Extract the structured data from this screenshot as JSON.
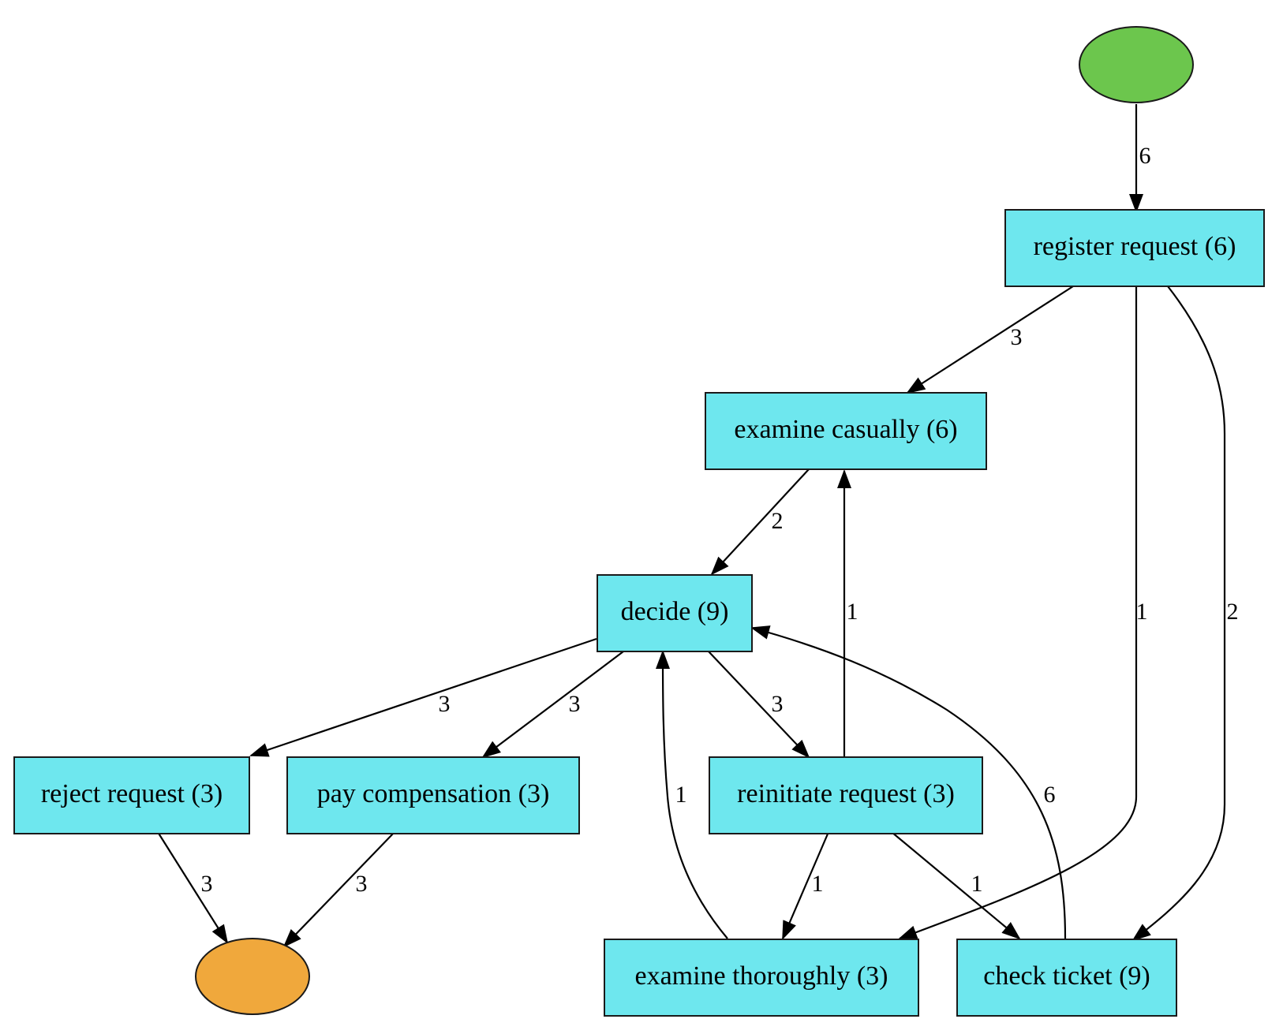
{
  "colors": {
    "activity_fill": "#6ee7ee",
    "start_fill": "#6cc64d",
    "end_fill": "#f0a83c",
    "stroke": "#1a1a1a"
  },
  "nodes": {
    "start": {
      "label": ""
    },
    "end": {
      "label": ""
    },
    "register_request": {
      "label": "register request (6)"
    },
    "examine_casually": {
      "label": "examine casually (6)"
    },
    "decide": {
      "label": "decide (9)"
    },
    "reject_request": {
      "label": "reject request (3)"
    },
    "pay_compensation": {
      "label": "pay compensation (3)"
    },
    "reinitiate_request": {
      "label": "reinitiate request (3)"
    },
    "examine_thoroughly": {
      "label": "examine thoroughly (3)"
    },
    "check_ticket": {
      "label": "check ticket (9)"
    }
  },
  "edges": [
    {
      "from": "start",
      "to": "register_request",
      "label": "6"
    },
    {
      "from": "register_request",
      "to": "examine_casually",
      "label": "3"
    },
    {
      "from": "register_request",
      "to": "examine_thoroughly",
      "label": "1"
    },
    {
      "from": "register_request",
      "to": "check_ticket",
      "label": "2"
    },
    {
      "from": "examine_casually",
      "to": "decide",
      "label": "2"
    },
    {
      "from": "reinitiate_request",
      "to": "examine_casually",
      "label": "1"
    },
    {
      "from": "decide",
      "to": "reject_request",
      "label": "3"
    },
    {
      "from": "decide",
      "to": "pay_compensation",
      "label": "3"
    },
    {
      "from": "decide",
      "to": "reinitiate_request",
      "label": "3"
    },
    {
      "from": "examine_thoroughly",
      "to": "decide",
      "label": "1"
    },
    {
      "from": "check_ticket",
      "to": "decide",
      "label": "6"
    },
    {
      "from": "reject_request",
      "to": "end",
      "label": "3"
    },
    {
      "from": "pay_compensation",
      "to": "end",
      "label": "3"
    },
    {
      "from": "reinitiate_request",
      "to": "examine_thoroughly",
      "label": "1"
    },
    {
      "from": "reinitiate_request",
      "to": "check_ticket",
      "label": "1"
    }
  ]
}
